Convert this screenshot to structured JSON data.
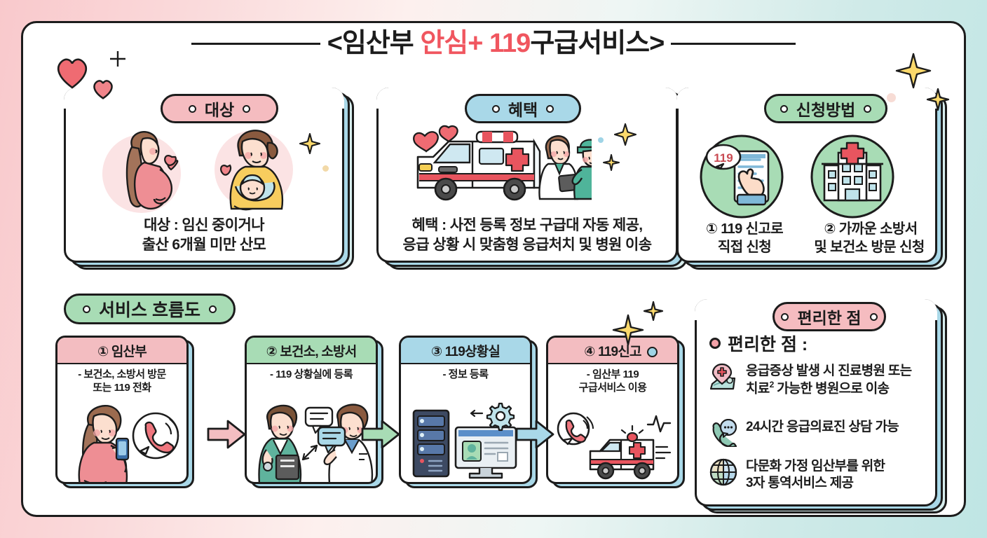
{
  "title": {
    "prefix": "<임산부 ",
    "highlight": "안심+ 119",
    "suffix": "구급서비스>"
  },
  "colors": {
    "pink": "#f5bcc0",
    "blue": "#a9d8e8",
    "green": "#a8dcb5",
    "red_accent": "#f0565f",
    "outline": "#1c1c1c"
  },
  "cards": {
    "target": {
      "badge": "대상",
      "line1": "대상 : 임신 중이거나",
      "line2": "출산 6개월 미만 산모"
    },
    "benefit": {
      "badge": "혜택",
      "line1": "혜택 : 사전 등록 정보 구급대 자동 제공,",
      "line2": "응급 상황 시 맞춤형 응급처치 및 병원 이송"
    },
    "apply": {
      "badge": "신청방법",
      "option1_line1": "① 119 신고로",
      "option1_line2": "직접 신청",
      "option2_line1": "② 가까운 소방서",
      "option2_line2": "및 보건소 방문 신청"
    }
  },
  "flow": {
    "badge": "서비스 흐름도",
    "steps": [
      {
        "head": "① 임산부",
        "body_line1": "- 보건소, 소방서 방문",
        "body_line2": "또는 119 전화",
        "head_color": "pink"
      },
      {
        "head": "② 보건소, 소방서",
        "body_line1": "- 119 상황실에 등록",
        "body_line2": "",
        "head_color": "green"
      },
      {
        "head": "③ 119상황실",
        "body_line1": "- 정보 등록",
        "body_line2": "",
        "head_color": "blue"
      },
      {
        "head": "④ 119신고",
        "body_line1": "- 임산부 119",
        "body_line2": "구급서비스 이용",
        "head_color": "pink"
      }
    ],
    "arrows": [
      "#f3bdc1",
      "#a8dcb5",
      "#a9d8e8"
    ]
  },
  "convenience": {
    "badge": "편리한 점",
    "heading": "편리한 점 :",
    "items": [
      {
        "icon": "map-pin-hospital-icon",
        "line1": "응급증상 발생 시 진료병원 또는",
        "line2_a": "치료",
        "line2_sup": "2",
        "line2_b": " 가능한 병원으로 이송"
      },
      {
        "icon": "phone-chat-icon",
        "line1": "24시간 응급의료진 상담 가능",
        "line2_a": "",
        "line2_sup": "",
        "line2_b": ""
      },
      {
        "icon": "globe-icon",
        "line1": "다문화 가정 임산부를 위한",
        "line2_a": "3자 통역서비스 제공",
        "line2_sup": "",
        "line2_b": ""
      }
    ]
  }
}
